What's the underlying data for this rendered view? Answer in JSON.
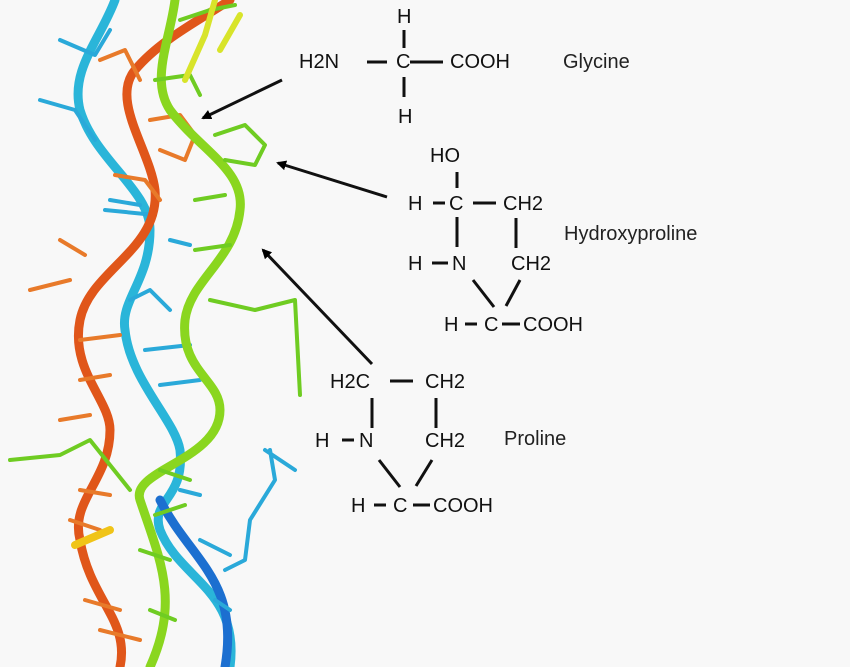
{
  "molecules": {
    "glycine": {
      "name": "Glycine",
      "atoms": {
        "top_h": "H",
        "amine": "H2N",
        "alpha_c": "C",
        "carboxyl": "COOH",
        "bottom_h": "H"
      }
    },
    "hydroxyproline": {
      "name": "Hydroxyproline",
      "atoms": {
        "hydroxyl": "HO",
        "c_h": "H",
        "c4": "C",
        "ch2_top": "CH2",
        "n_h": "H",
        "n": "N",
        "ch2_bottom": "CH2",
        "alpha_h": "H",
        "alpha_c": "C",
        "carboxyl": "COOH"
      }
    },
    "proline": {
      "name": "Proline",
      "atoms": {
        "h2c": "H2C",
        "ch2_top": "CH2",
        "n_h": "H",
        "n": "N",
        "ch2_bottom": "CH2",
        "alpha_h": "H",
        "alpha_c": "C",
        "carboxyl": "COOH"
      }
    }
  },
  "arrows": [
    {
      "from": "glycine",
      "target": "helix-glycine-residue"
    },
    {
      "from": "hydroxyproline",
      "target": "helix-hydroxyproline-residue"
    },
    {
      "from": "proline",
      "target": "helix-proline-residue"
    }
  ],
  "colors": {
    "background": "#f8f8f8",
    "strand_orange": "#e0561a",
    "strand_cyan": "#2bb6d8",
    "strand_blue": "#1a6fd0",
    "strand_green": "#7dd61e",
    "strand_yellow_green": "#c8e62a",
    "text": "#111111"
  }
}
